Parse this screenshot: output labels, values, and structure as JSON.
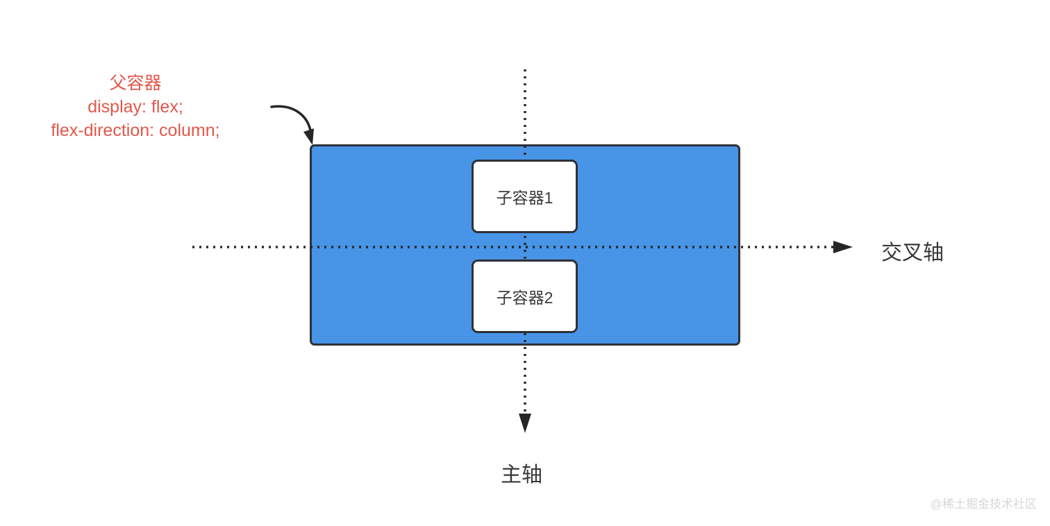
{
  "annotation": {
    "line1": "父容器",
    "line2": "display: flex;",
    "line3": "flex-direction: column;",
    "text_color": "#e2574a"
  },
  "parent_container": {
    "fill_color": "#4894e6",
    "border_color": "#2e3038"
  },
  "children": [
    {
      "label": "子容器1"
    },
    {
      "label": "子容器2"
    }
  ],
  "axes": {
    "cross_axis_label": "交叉轴",
    "main_axis_label": "主轴",
    "line_color": "#262626"
  },
  "watermark": "@稀土掘金技术社区"
}
